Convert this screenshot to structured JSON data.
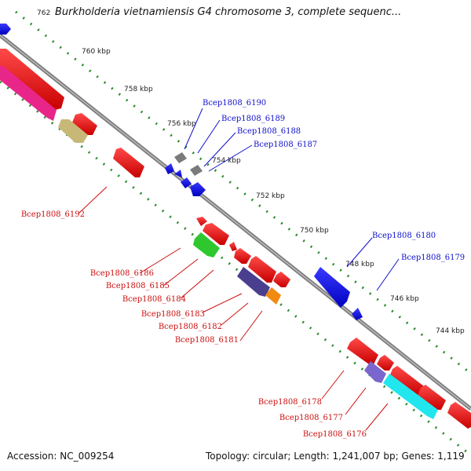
{
  "header": {
    "title": "Burkholderia vietnamiensis G4 chromosome 3, complete sequenc...",
    "top_position_label": "762"
  },
  "footer": {
    "accession": "Accession: NC_009254",
    "summary": "Topology: circular; Length: 1,241,007 bp; Genes: 1,119"
  },
  "colors": {
    "forward_label": "#1010cc",
    "reverse_label": "#cc1010",
    "backbone": "#808080",
    "ticks": "#2a8a2a"
  },
  "tick_labels": [
    "760 kbp",
    "758 kbp",
    "756 kbp",
    "754 kbp",
    "752 kbp",
    "750 kbp",
    "748 kbp",
    "746 kbp",
    "744 kbp"
  ],
  "forward_genes": [
    "Bcep1808_6190",
    "Bcep1808_6189",
    "Bcep1808_6188",
    "Bcep1808_6187",
    "Bcep1808_6180",
    "Bcep1808_6179"
  ],
  "reverse_genes": [
    "Bcep1808_6192",
    "Bcep1808_6186",
    "Bcep1808_6185",
    "Bcep1808_6184",
    "Bcep1808_6183",
    "Bcep1808_6182",
    "Bcep1808_6181",
    "Bcep1808_6178",
    "Bcep1808_6177",
    "Bcep1808_6176"
  ]
}
